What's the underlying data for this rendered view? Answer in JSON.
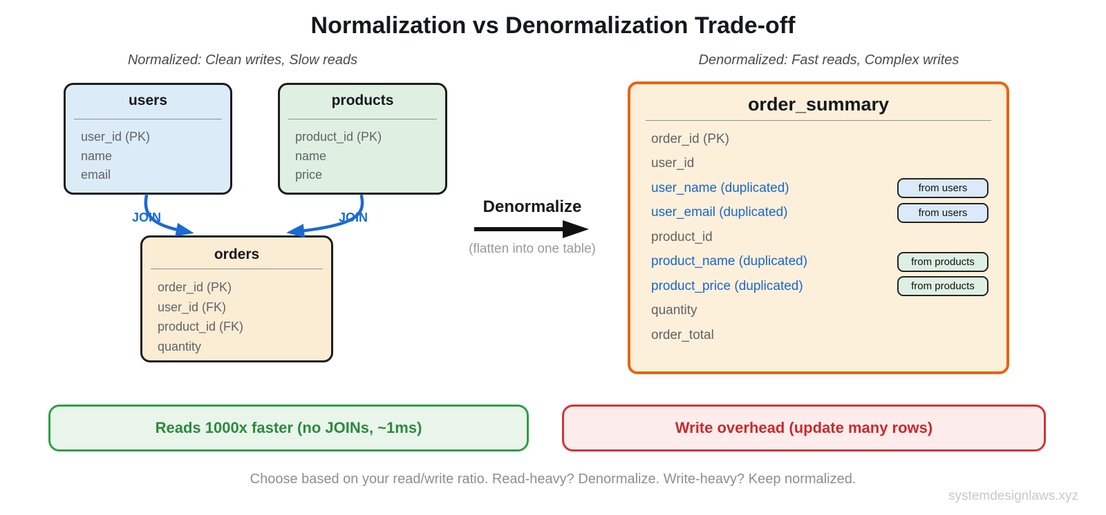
{
  "title": "Normalization vs Denormalization Trade-off",
  "captions": {
    "left": "Normalized: Clean writes, Slow reads",
    "right": "Denormalized: Fast reads, Complex writes"
  },
  "tables": {
    "users": {
      "title": "users",
      "fields": [
        "user_id (PK)",
        "name",
        "email"
      ]
    },
    "products": {
      "title": "products",
      "fields": [
        "product_id (PK)",
        "name",
        "price"
      ]
    },
    "orders": {
      "title": "orders",
      "fields": [
        "order_id (PK)",
        "user_id (FK)",
        "product_id (FK)",
        "quantity"
      ]
    },
    "order_summary": {
      "title": "order_summary",
      "fields": [
        {
          "label": "order_id (PK)"
        },
        {
          "label": "user_id"
        },
        {
          "label": "user_name (duplicated)",
          "badge": "from users"
        },
        {
          "label": "user_email (duplicated)",
          "badge": "from users"
        },
        {
          "label": "product_id"
        },
        {
          "label": "product_name (duplicated)",
          "badge": "from products"
        },
        {
          "label": "product_price (duplicated)",
          "badge": "from products"
        },
        {
          "label": "quantity"
        },
        {
          "label": "order_total"
        }
      ]
    }
  },
  "join_label": "JOIN",
  "transform": {
    "label": "Denormalize",
    "sublabel": "(flatten into one table)"
  },
  "verdicts": {
    "reads": "Reads 1000x faster (no JOINs, ~1ms)",
    "writes": "Write overhead (update many rows)"
  },
  "footer": "Choose based on your read/write ratio. Read-heavy? Denormalize. Write-heavy? Keep normalized.",
  "watermark": "systemdesignlaws.xyz",
  "colors": {
    "users_fill": "#dcebf8",
    "products_fill": "#dff0e2",
    "orders_fill": "#fbedd4",
    "order_summary_fill": "#fdf0da",
    "order_summary_border": "#e8640f",
    "join_blue": "#1a6ad4",
    "duplicated_text": "#1a66cc",
    "reads_green": "#2b8a3e",
    "writes_red": "#c92a2a"
  }
}
